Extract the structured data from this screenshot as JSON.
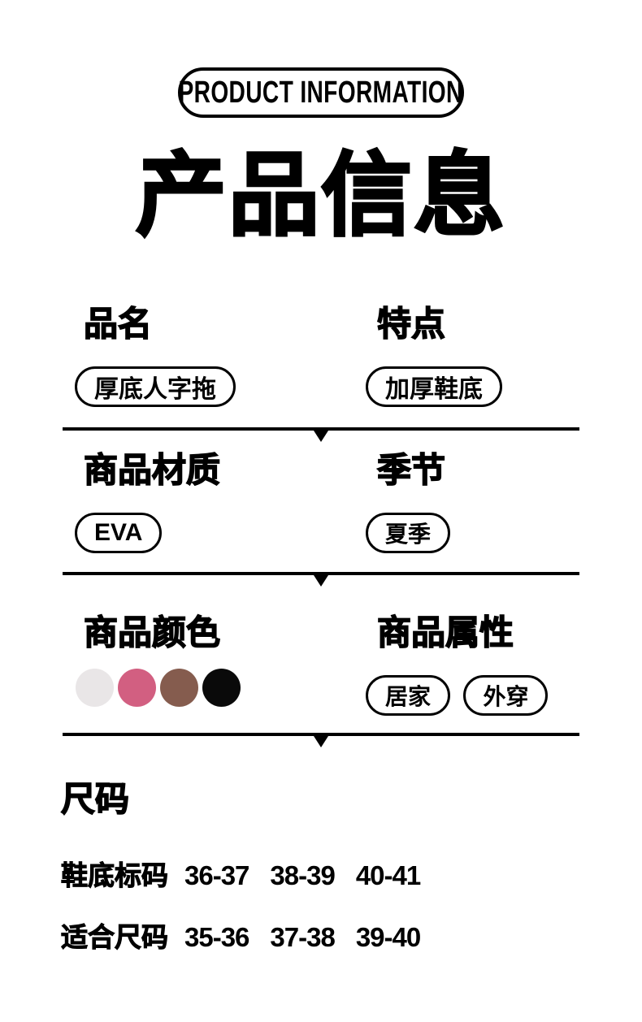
{
  "badge": {
    "text": "PRODUCT INFORMATION"
  },
  "title": "产品信息",
  "sections": {
    "name": {
      "label": "品名",
      "value": "厚底人字拖"
    },
    "feature": {
      "label": "特点",
      "value": "加厚鞋底"
    },
    "material": {
      "label": "商品材质",
      "value": "EVA"
    },
    "season": {
      "label": "季节",
      "value": "夏季"
    },
    "color": {
      "label": "商品颜色",
      "swatches": [
        "#e9e6e7",
        "#d25f81",
        "#855c4e",
        "#0a0a0a"
      ]
    },
    "attribute": {
      "label": "商品属性",
      "pills": [
        "居家",
        "外穿"
      ]
    }
  },
  "size": {
    "heading": "尺码",
    "rows": [
      {
        "label": "鞋底标码",
        "values": [
          "36-37",
          "38-39",
          "40-41"
        ]
      },
      {
        "label": "适合尺码",
        "values": [
          "35-36",
          "37-38",
          "39-40"
        ]
      }
    ]
  }
}
